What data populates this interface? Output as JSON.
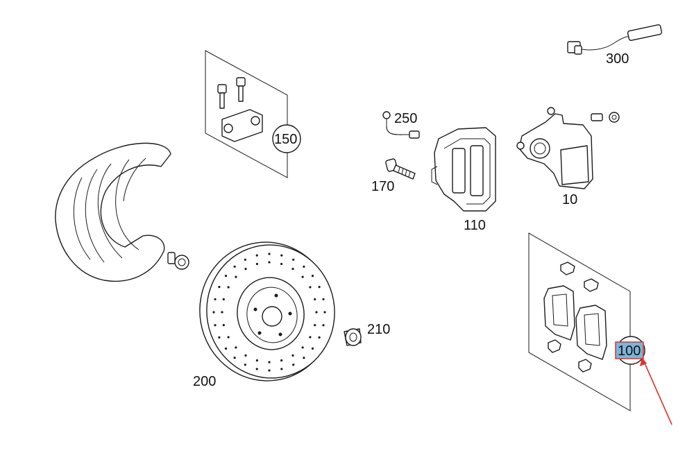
{
  "callouts": [
    {
      "id": "300",
      "text": "300"
    },
    {
      "id": "250",
      "text": "250"
    },
    {
      "id": "150",
      "text": "150"
    },
    {
      "id": "170",
      "text": "170"
    },
    {
      "id": "110",
      "text": "110"
    },
    {
      "id": "10",
      "text": "10"
    },
    {
      "id": "210",
      "text": "210"
    },
    {
      "id": "200",
      "text": "200"
    },
    {
      "id": "100",
      "text": "100"
    }
  ],
  "highlight": {
    "callout": "100",
    "fill": "#7fb3d9",
    "border": "#d9352a"
  },
  "arrow_color": "#d9352a"
}
